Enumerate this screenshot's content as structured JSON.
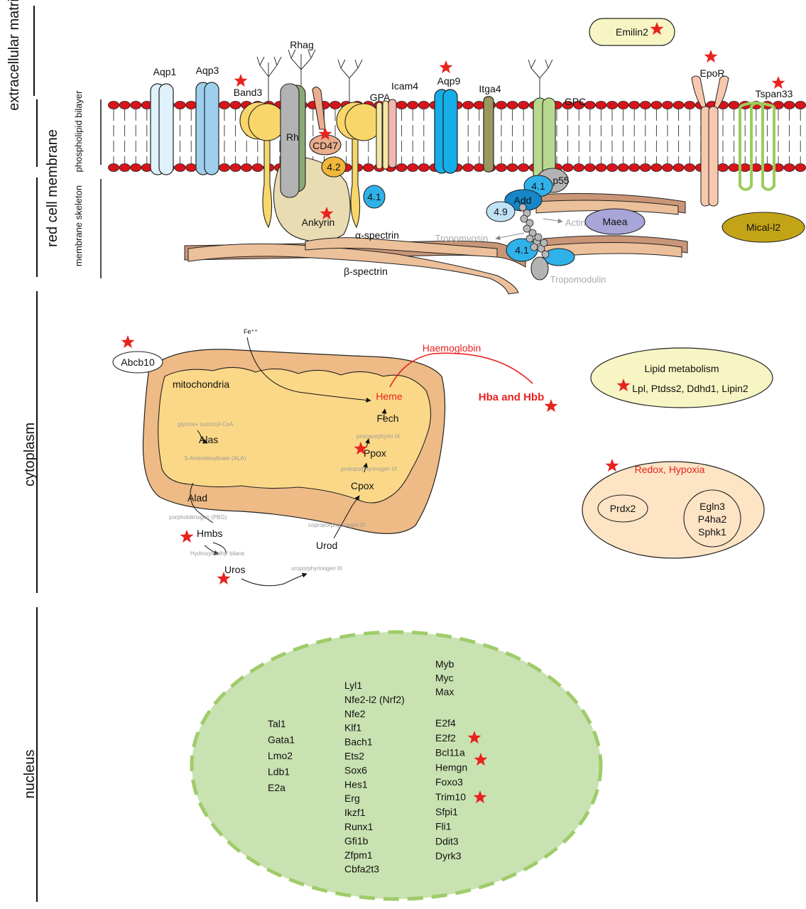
{
  "regions": {
    "ecm": "extracellular matrix",
    "membrane": "red cell membrane",
    "bilayer": "phospholipid bilayer",
    "skeleton": "membrane skeleton",
    "cytoplasm": "cytoplasm",
    "nucleus": "nucleus"
  },
  "membrane_proteins": {
    "aqp1": "Aqp1",
    "aqp3": "Aqp3",
    "band3": "Band3",
    "rhag": "Rhag",
    "rh": "Rh",
    "cd47": "CD47",
    "p42": "4.2",
    "gpa": "GPA",
    "icam4": "Icam4",
    "aqp9": "Aqp9",
    "itga4": "Itga4",
    "gpc": "GPC",
    "epor": "EpoR",
    "tspan33": "Tspan33",
    "emilin2": "Emilin2"
  },
  "skeleton_proteins": {
    "p41a": "4.1",
    "p41b": "4.1",
    "p41c": "4.1",
    "p55": "p55",
    "add": "Add",
    "p49": "4.9",
    "actin": "Actin",
    "maea": "Maea",
    "mical": "Mical-l2",
    "ankyrin": "Ankyrin",
    "alpha": "α-spectrin",
    "beta": "β-spectrin",
    "tropomyosin": "Tropomyosin",
    "tropomodulin": "Tropomodulin"
  },
  "heme_pathway": {
    "abcb10": "Abcb10",
    "mitochondria": "mitochondria",
    "fe": "Fe⁺⁺",
    "haemoglobin": "Haemoglobin",
    "heme": "Heme",
    "fech": "Fech",
    "hba_hbb": "Hba and Hbb",
    "glycine": "glycine+ succinyl-CoA",
    "alas": "Alas",
    "ala": "5-Aminolevulinate (ALA)",
    "alad": "Alad",
    "pbg": "porphobilinogen (PBG)",
    "hmbs": "Hmbs",
    "hmb": "Hydroxymethyl bilane",
    "uros": "Uros",
    "uropor": "uroporphyrinogen III",
    "urod": "Urod",
    "copro": "coproporphyrinogen III",
    "cpox": "Cpox",
    "protogen": "protoporphyrinogen IX",
    "ppox": "Ppox",
    "protopor": "protoporphyrin IX"
  },
  "lipid": {
    "title": "Lipid metabolism",
    "genes": "Lpl, Ptdss2, Ddhd1, Lipin2"
  },
  "redox": {
    "title": "Redox, Hypoxia",
    "prdx2": "Prdx2",
    "egln3": "Egln3",
    "p4ha2": "P4ha2",
    "sphk1": "Sphk1"
  },
  "nucleus_genes": {
    "col1": [
      "Tal1",
      "Gata1",
      "Lmo2",
      "Ldb1",
      "E2a"
    ],
    "col2": [
      "Lyl1",
      "Nfe2-l2 (Nrf2)",
      "Nfe2",
      "Klf1",
      "Bach1",
      "Ets2",
      "Sox6",
      "Hes1",
      "Erg",
      "Ikzf1",
      "Runx1",
      "Gfi1b",
      "Zfpm1",
      "Cbfa2t3"
    ],
    "col3a": [
      "Myb",
      "Myc",
      "Max"
    ],
    "col3b": [
      "E2f4",
      "E2f2",
      "Bcl11a",
      "Hemgn",
      "Foxo3",
      "Trim10",
      "Sfpi1",
      "Fli1",
      "Ddit3",
      "Dyrk3"
    ]
  },
  "colors": {
    "star": "#e8231f",
    "lipid_red": "#e8231f",
    "nucleus_fill": "#c9e2b2",
    "nucleus_edge": "#9fcc6a",
    "mito_outer": "#eeba86",
    "mito_inner": "#fbd887",
    "spectrin": "#ecc09a"
  }
}
